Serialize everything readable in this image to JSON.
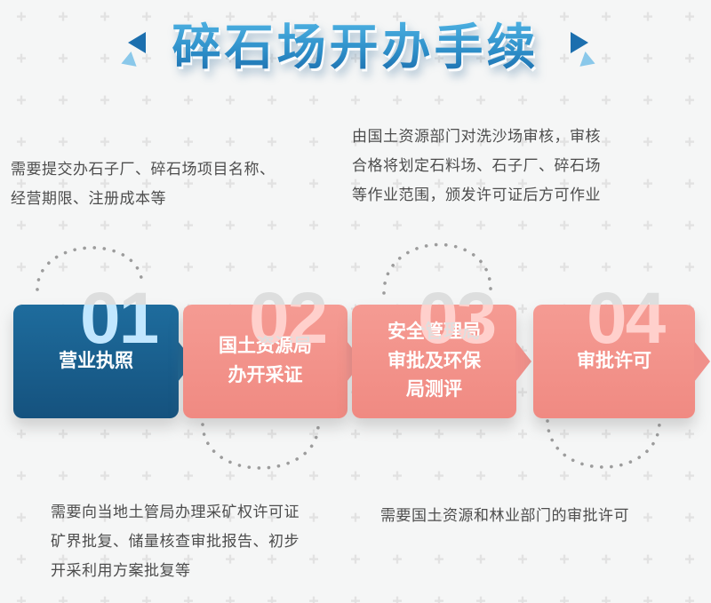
{
  "title": {
    "text": "碎石场开办手续"
  },
  "notes": {
    "top_left": "需要提交办石子厂、碎石场项目名称、\n经营期限、注册成本等",
    "top_right": "由国土资源部门对洗沙场审核，审核\n合格将划定石料场、石子厂、碎石场\n等作业范围，颁发许可证后方可作业",
    "bottom_left": "需要向当地土管局办理采矿权许可证\n矿界批复、储量核查审批报告、初步\n开采利用方案批复等",
    "bottom_right": "需要国土资源和林业部门的审批许可"
  },
  "steps": [
    {
      "number": "01",
      "label": "营业执照"
    },
    {
      "number": "02",
      "label": "国土资源局\n办开采证"
    },
    {
      "number": "03",
      "label": "安全管理局\n审批及环保\n局测评"
    },
    {
      "number": "04",
      "label": "审批许可"
    }
  ],
  "palette": {
    "title_blue_top": "#4db1e2",
    "title_blue_bottom": "#1b6dad",
    "step_navy": "#1a5e8c",
    "step_salmon": "#f0908a",
    "note_text": "#4d4d4d",
    "dotted_arc_gray": "#9c9c9c",
    "background": "#f5f6f6",
    "watermark_number": "#dedede"
  },
  "icons": {
    "left_decoration": "double-triangle-left",
    "right_decoration": "double-triangle-right",
    "connector": "dotted-arc"
  }
}
